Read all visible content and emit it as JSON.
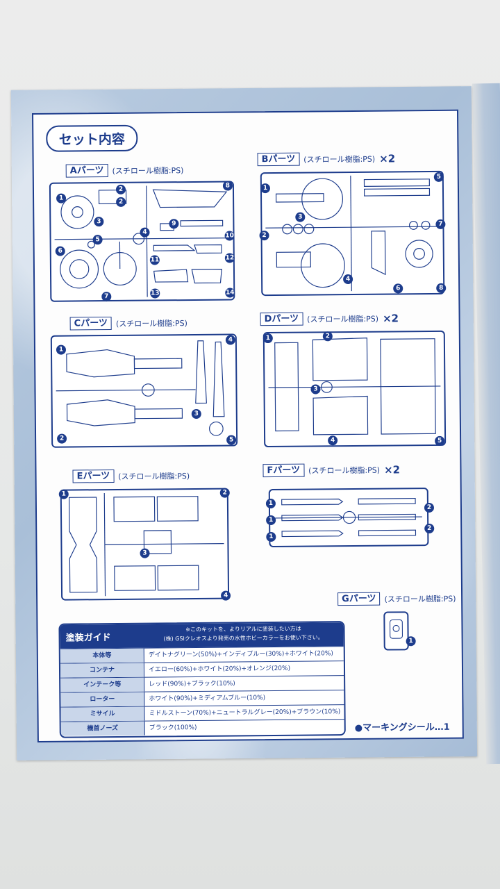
{
  "title": "セット内容",
  "parts": [
    {
      "label": "Aパーツ",
      "material": "(スチロール樹脂:PS)",
      "multiplier": ""
    },
    {
      "label": "Bパーツ",
      "material": "(スチロール樹脂:PS)",
      "multiplier": "×2"
    },
    {
      "label": "Cパーツ",
      "material": "(スチロール樹脂:PS)",
      "multiplier": ""
    },
    {
      "label": "Dパーツ",
      "material": "(スチロール樹脂:PS)",
      "multiplier": "×2"
    },
    {
      "label": "Eパーツ",
      "material": "(スチロール樹脂:PS)",
      "multiplier": ""
    },
    {
      "label": "Fパーツ",
      "material": "(スチロール樹脂:PS)",
      "multiplier": "×2"
    },
    {
      "label": "Gパーツ",
      "material": "(スチロール樹脂:PS)",
      "multiplier": ""
    }
  ],
  "part_numbers": {
    "A": [
      "1",
      "2",
      "2",
      "3",
      "4",
      "5",
      "6",
      "7",
      "8",
      "9",
      "10",
      "11",
      "12",
      "13",
      "14"
    ],
    "B": [
      "1",
      "2",
      "3",
      "4",
      "5",
      "6",
      "7",
      "8"
    ],
    "C": [
      "1",
      "2",
      "3",
      "4",
      "5"
    ],
    "D": [
      "1",
      "2",
      "3",
      "4",
      "5"
    ],
    "E": [
      "1",
      "2",
      "3",
      "4"
    ],
    "F": [
      "1",
      "1",
      "1",
      "2",
      "2"
    ],
    "G": [
      "1"
    ]
  },
  "paint_guide": {
    "title": "塗装ガイド",
    "note_line1": "※このキットを、よりリアルに塗装したい方は",
    "note_line2": "(株) GSIクレオスより発売の水性ホビーカラーをお使い下さい。",
    "rows": [
      {
        "part": "本体等",
        "colors": "デイトナグリーン(50%)+インディブルー(30%)+ホワイト(20%)"
      },
      {
        "part": "コンテナ",
        "colors": "イエロー(60%)+ホワイト(20%)+オレンジ(20%)"
      },
      {
        "part": "インテーク等",
        "colors": "レッド(90%)+ブラック(10%)"
      },
      {
        "part": "ローター",
        "colors": "ホワイト(90%)+ミディアムブルー(10%)"
      },
      {
        "part": "ミサイル",
        "colors": "ミドルストーン(70%)+ニュートラルグレー(20%)+ブラウン(10%)"
      },
      {
        "part": "機首ノーズ",
        "colors": "ブラック(100%)"
      }
    ]
  },
  "marking": "●マーキングシール…1",
  "colors": {
    "ink": "#1d3c8c",
    "guide_label_bg": "#c9d6ea",
    "paper_blue": "#b2c6dd"
  }
}
